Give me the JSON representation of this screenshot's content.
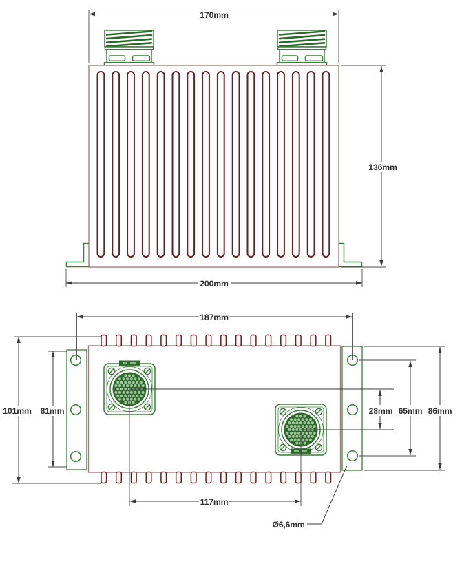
{
  "drawing": {
    "front_view": {
      "dim_top_width": "170mm",
      "dim_right_height": "136mm",
      "dim_bottom_width": "200mm",
      "fin_slot_count": 16,
      "connector_count": 2
    },
    "top_view": {
      "dim_top_width": "187mm",
      "dim_left_overall_height": "101mm",
      "dim_left_flange_height": "81mm",
      "dim_connector_offset": "28mm",
      "dim_hole_spacing": "65mm",
      "dim_right_flange_height": "86mm",
      "dim_connector_spacing": "117mm",
      "dim_hole_diameter": "Ø6,6mm",
      "fin_tab_count_top": 16,
      "fin_tab_count_bottom": 16,
      "mounting_hole_count": 6
    },
    "colors": {
      "body_outline": "#a87c7c",
      "fin_outline": "#5d2424",
      "hardware_green": "#3c7d3c",
      "connector_fill": "#2d682d",
      "pin_dot": "#9fc49a",
      "dimension": "#3d3d3d",
      "background": "#ffffff"
    }
  }
}
